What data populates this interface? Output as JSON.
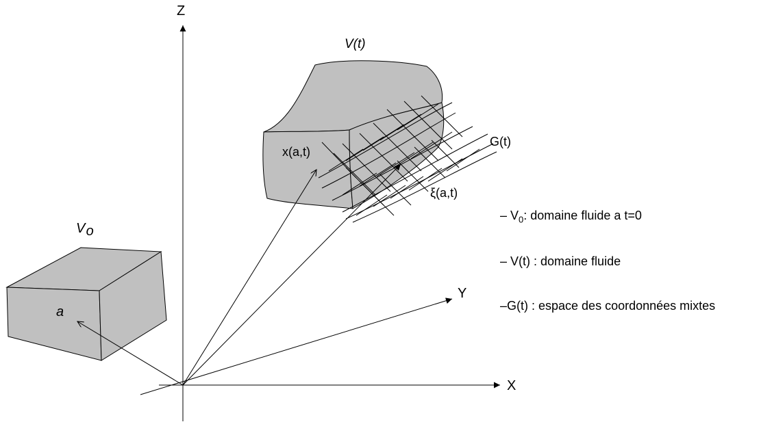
{
  "axes": {
    "x_label": "X",
    "y_label": "Y",
    "z_label": "Z"
  },
  "labels": {
    "v0_main": "V",
    "v0_sub": "o",
    "point_a": "a",
    "vt": "V(t)",
    "x_at": "x(a,t)",
    "xi_at": "ξ(a,t)",
    "gt": "G(t)"
  },
  "legend": [
    {
      "dash": "– V",
      "sub": "0",
      "text": ": domaine fluide a t=0"
    },
    {
      "dash": "– V(t) : domaine fluide",
      "sub": "",
      "text": ""
    },
    {
      "dash": "–G(t) : espace des coordonnées mixtes",
      "sub": "",
      "text": ""
    }
  ],
  "colors": {
    "fill": "#c0c0c0",
    "stroke": "#000000",
    "background": "#ffffff"
  }
}
